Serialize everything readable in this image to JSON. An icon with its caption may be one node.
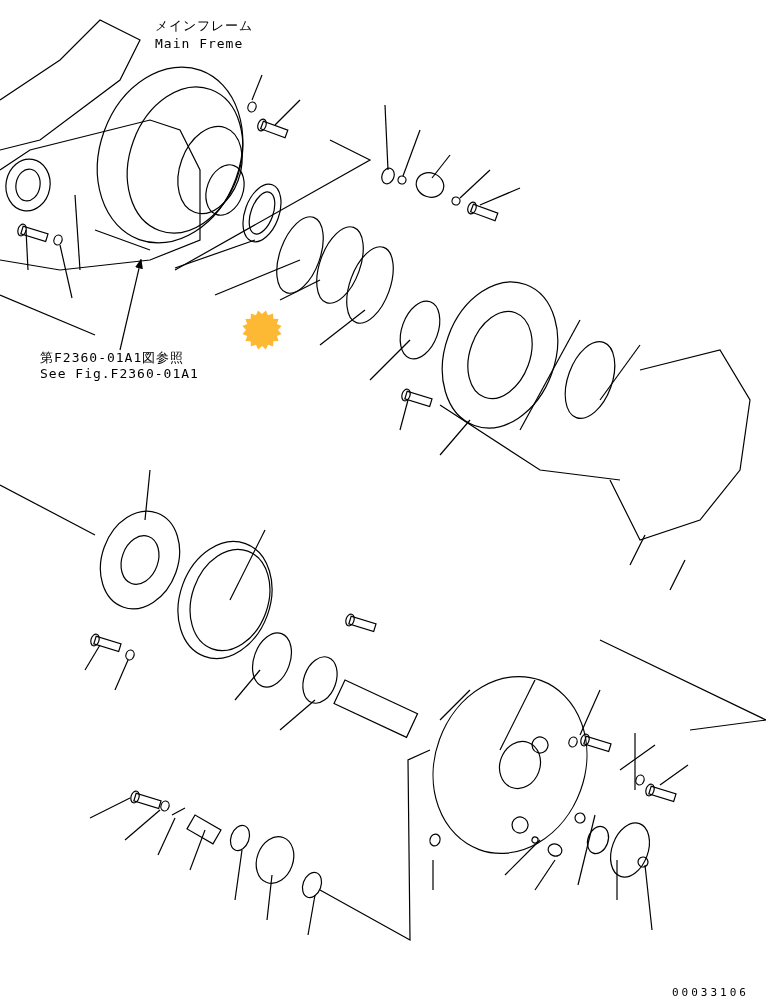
{
  "diagram": {
    "nodes": [
      {
        "text": [
          "第F2360-01A1図参照",
          "See Fig.F2360-01A1"
        ]
      },
      {
        "text": [],
        "shape": "picture"
      }
    ],
    "edges": [
      {
        "from": 0,
        "to": 1,
        "arrow": "to"
      }
    ],
    "labels": [
      "メインフレーム",
      "Main Freme",
      "00033106"
    ]
  }
}
